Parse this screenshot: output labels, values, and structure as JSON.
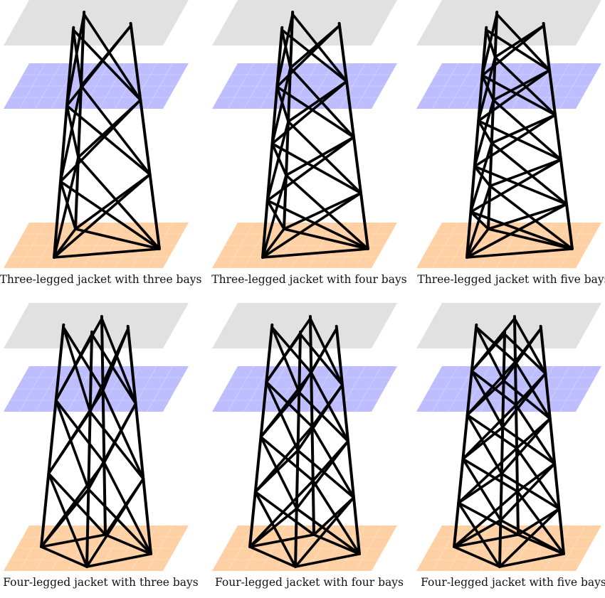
{
  "panels": [
    {
      "caption": "Three-legged jacket with three bays",
      "legs": 3,
      "bays": 3
    },
    {
      "caption": "Three-legged jacket with four bays",
      "legs": 3,
      "bays": 4
    },
    {
      "caption": "Three-legged jacket with five bays",
      "legs": 3,
      "bays": 5
    },
    {
      "caption": "Four-legged jacket with three bays",
      "legs": 4,
      "bays": 3
    },
    {
      "caption": "Four-legged jacket with four bays",
      "legs": 4,
      "bays": 4
    },
    {
      "caption": "Four-legged jacket with five bays",
      "legs": 4,
      "bays": 5
    }
  ],
  "colors": {
    "top_plane": "#d9d9d9",
    "water_plane": "#aaaaff",
    "seabed_plane": "#ffc38a",
    "member": "#000000"
  }
}
